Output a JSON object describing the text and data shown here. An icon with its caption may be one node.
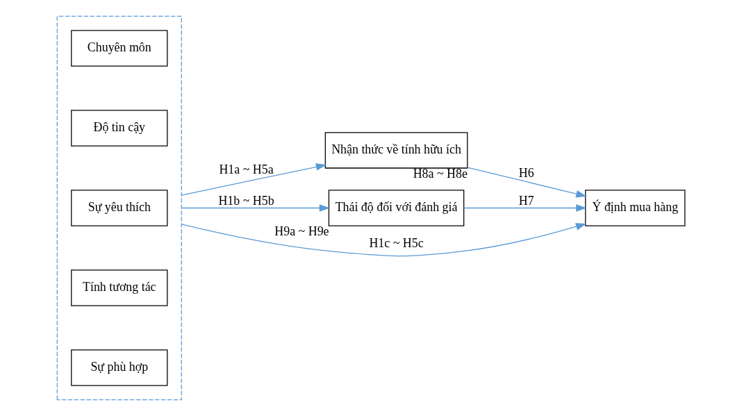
{
  "diagram": {
    "nodes": [
      {
        "text": [],
        "shape": "box"
      },
      {
        "text": [
          "Chuyên môn"
        ],
        "in": 0
      },
      {
        "text": [
          "Độ tin cậy"
        ],
        "in": 0
      },
      {
        "text": [
          "Sự yêu thích"
        ],
        "in": 0
      },
      {
        "text": [
          "Tính tương tác"
        ],
        "in": 0
      },
      {
        "text": [
          "Sự phù hợp"
        ],
        "in": 0
      },
      {
        "text": [
          "Nhận thức về tính hữu ích"
        ],
        "beside": [
          "H8a ~ H8e"
        ]
      },
      {
        "text": [
          "Thái độ đối với đánh giá"
        ],
        "beside": [
          "H9a ~ H9e"
        ]
      },
      {
        "text": [
          "Ý định mua hàng"
        ]
      }
    ],
    "edges": [
      {
        "from": 0,
        "to": 6,
        "arrow": "to",
        "label": "H1a ~ H5a"
      },
      {
        "from": 0,
        "to": 8,
        "arrow": "to",
        "label": "H1c ~ H5c"
      },
      {
        "from": 0,
        "to": 7,
        "arrow": "to",
        "label": "H1b ~ H5b"
      },
      {
        "from": 6,
        "to": 8,
        "arrow": "to",
        "label": "H6"
      },
      {
        "from": 7,
        "to": 8,
        "arrow": "to",
        "label": "H7"
      }
    ]
  }
}
